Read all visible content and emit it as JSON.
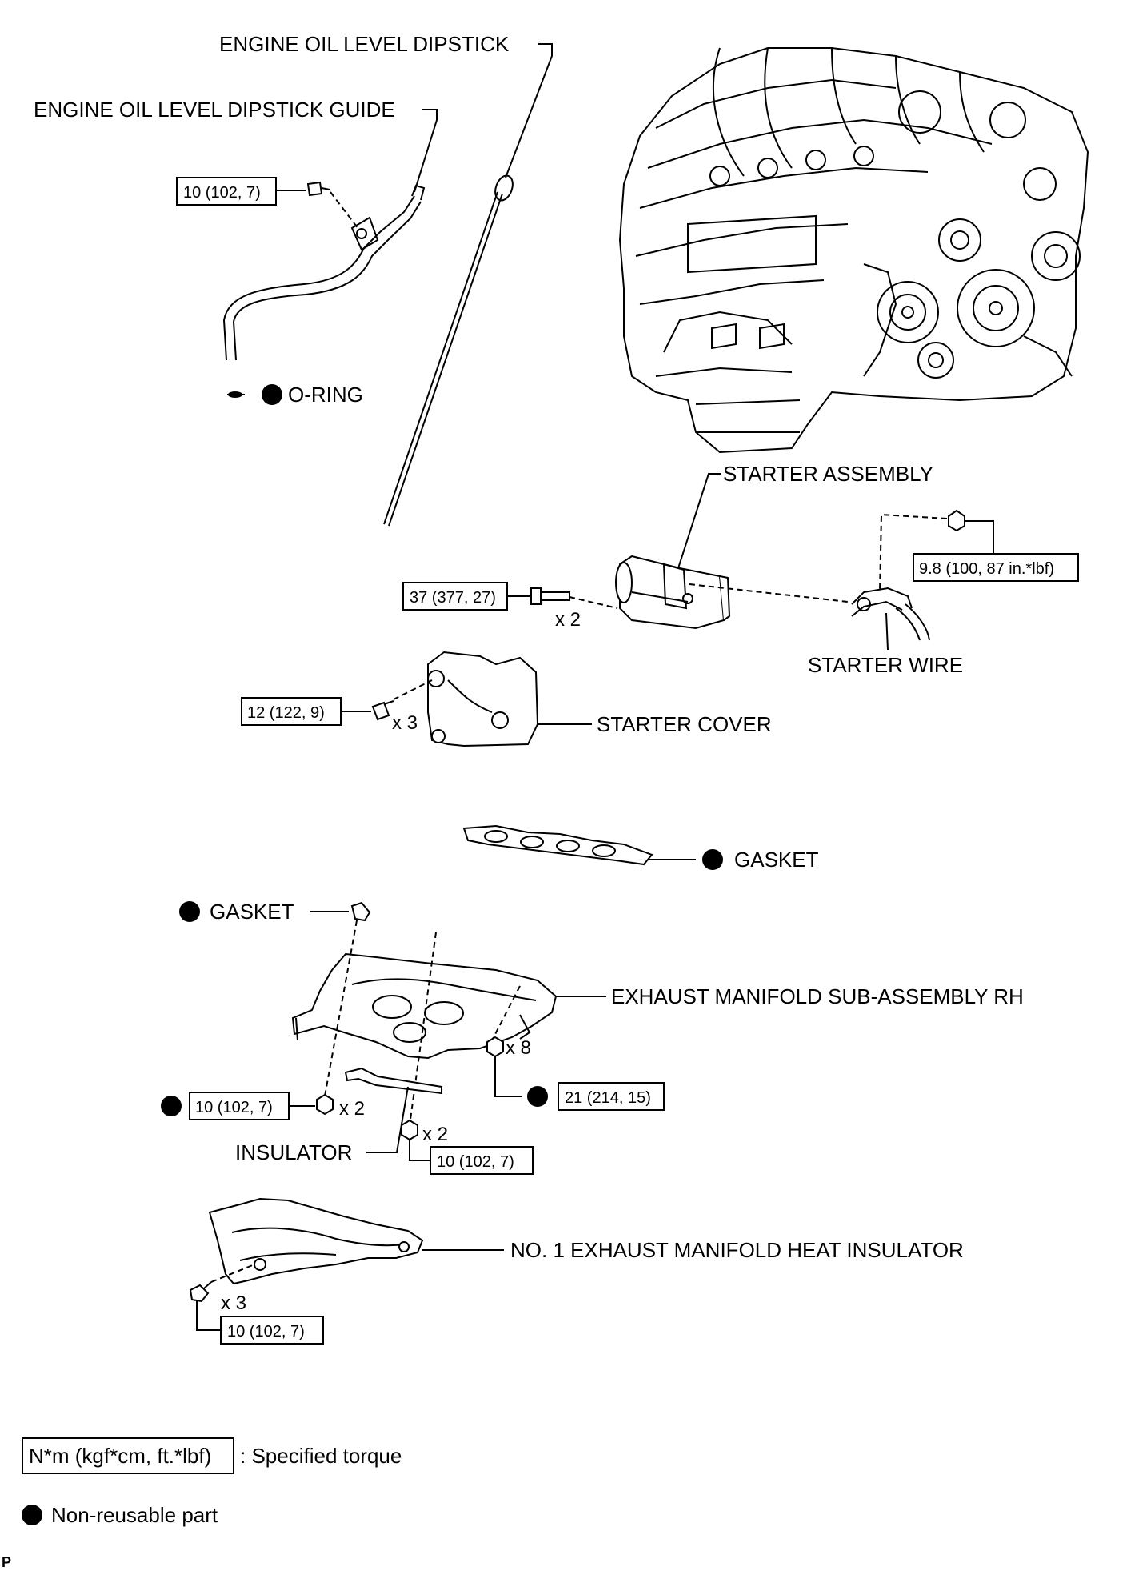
{
  "labels": {
    "engine_oil_level_dipstick": "ENGINE OIL LEVEL DIPSTICK",
    "engine_oil_level_dipstick_guide": "ENGINE OIL LEVEL DIPSTICK GUIDE",
    "o_ring": "O-RING",
    "starter_assembly": "STARTER ASSEMBLY",
    "starter_wire": "STARTER WIRE",
    "starter_cover": "STARTER COVER",
    "gasket_upper": "GASKET",
    "gasket_left": "GASKET",
    "exhaust_manifold_rh": "EXHAUST MANIFOLD SUB-ASSEMBLY RH",
    "insulator": "INSULATOR",
    "heat_insulator": "NO. 1 EXHAUST MANIFOLD HEAT INSULATOR"
  },
  "torques": {
    "dipstick_guide_bolt": "10 (102, 7)",
    "starter_nut": "9.8 (100, 87 in.*lbf)",
    "starter_bolt": "37 (377, 27)",
    "starter_cover_bolt": "12 (122, 9)",
    "manifold_stud_nut": "10 (102, 7)",
    "manifold_nut": "21 (214, 15)",
    "insulator_nut": "10 (102, 7)",
    "heat_insulator_bolt": "10 (102, 7)"
  },
  "quantities": {
    "starter_bolt": "x 2",
    "starter_cover_bolt": "x 3",
    "manifold_nut": "x 8",
    "manifold_stud_nut": "x 2",
    "insulator_nut": "x 2",
    "heat_insulator_bolt": "x 3"
  },
  "legend": {
    "torque_box": "N*m (kgf*cm, ft.*lbf)",
    "torque_desc": ": Specified torque",
    "nonreusable_desc": "Non-reusable part"
  },
  "corner_mark": "P"
}
